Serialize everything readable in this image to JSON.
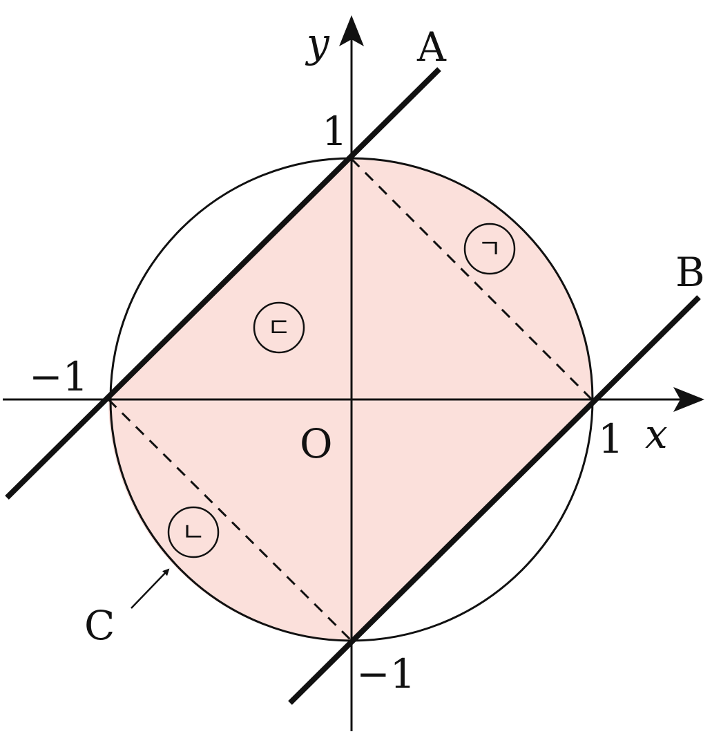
{
  "diagram": {
    "axis_x_label": "x",
    "axis_y_label": "y",
    "origin_label": "O",
    "tick_x_pos": "1",
    "tick_x_neg": "−1",
    "tick_y_pos": "1",
    "tick_y_neg": "−1",
    "line_a_label": "A",
    "line_b_label": "B",
    "circle_label": "C",
    "region_1_label": "ㄱ",
    "region_2_label": "ㄴ",
    "region_3_label": "ㄷ",
    "fill_color": "#fbe0db",
    "stroke_color": "#111111"
  }
}
